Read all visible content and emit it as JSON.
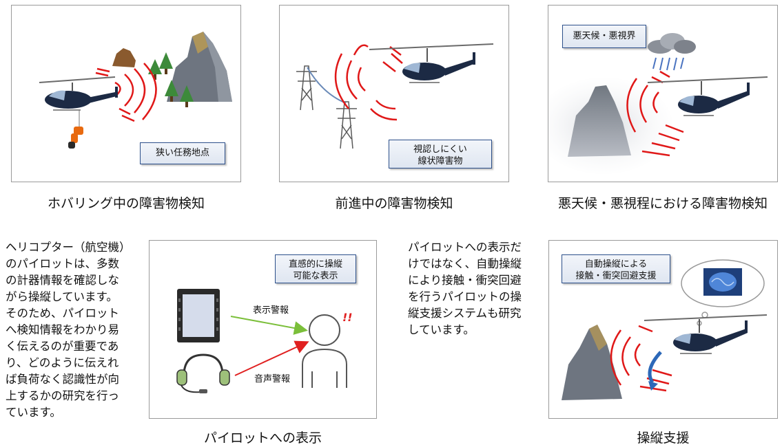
{
  "panels": {
    "hover": {
      "label": "狭い任務地点",
      "caption": "ホバリング中の障害物検知"
    },
    "forward": {
      "label_line1": "視認しにくい",
      "label_line2": "線状障害物",
      "caption": "前進中の障害物検知"
    },
    "weather": {
      "label": "悪天候・悪視界",
      "caption": "悪天候・悪視程における障害物検知"
    },
    "display": {
      "label_line1": "直感的に操縦",
      "label_line2": "可能な表示",
      "visual_alert": "表示警報",
      "audio_alert": "音声警報",
      "exclaim": "!!",
      "caption": "パイロットへの表示"
    },
    "assist": {
      "label_line1": "自動操縦による",
      "label_line2": "接触・衝突回避支援",
      "caption": "操縦支援"
    }
  },
  "left_text": [
    "ヘリコプター（航空機）",
    "のパイロットは、多数",
    "の計器情報を確認しな",
    "がら操縦しています。",
    "そのため、パイロット",
    "へ検知情報をわかり易",
    "く伝えるのが重要であ",
    "り、どのように伝えれ",
    "ば負荷なく認識性が向",
    "上するかの研究を行っ",
    "ています。"
  ],
  "middle_text": [
    "パイロットへの表示だ",
    "けではなく、自動操縦",
    "により接触・衝突回避",
    "を行うパイロットの操",
    "縦支援システムも研究",
    "しています。"
  ],
  "colors": {
    "heli": "#1c2a44",
    "wave": "#e01818",
    "rock": "#6e7580",
    "tree": "#3d8a3a",
    "box_border": "#2b4f8a",
    "arrow_green": "#7bbf3a",
    "arrow_red": "#e02020"
  }
}
